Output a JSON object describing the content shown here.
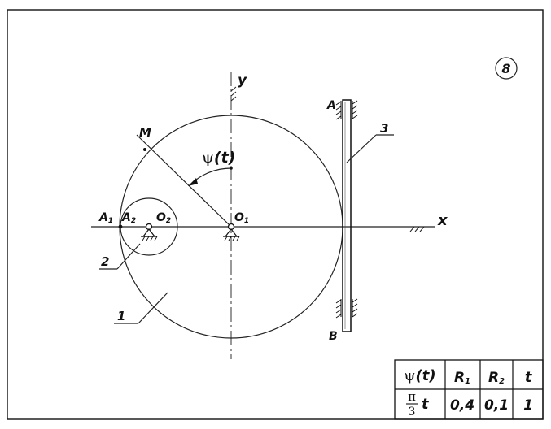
{
  "variant": "8",
  "labels": {
    "y_axis": "y",
    "x_axis": "x",
    "M": "M",
    "A": "A",
    "B": "B",
    "A1_base": "A",
    "A1_sub": "1",
    "A2_base": "A",
    "A2_sub": "2",
    "O1_base": "O",
    "O1_sub": "1",
    "O2_base": "O",
    "O2_sub": "2",
    "psi_greek": "ψ",
    "psi_arg": "(t)",
    "callout_1": "1",
    "callout_2": "2",
    "callout_3": "3"
  },
  "table": {
    "headers": [
      {
        "greek": "ψ",
        "text": "(t)"
      },
      {
        "base": "R",
        "sub": "1"
      },
      {
        "base": "R",
        "sub": "2"
      },
      {
        "base": "t",
        "sub": ""
      }
    ],
    "row": {
      "psi_num": "π",
      "psi_den": "3",
      "psi_var": "t",
      "R1": "0,4",
      "R2": "0,1",
      "t": "1"
    }
  }
}
